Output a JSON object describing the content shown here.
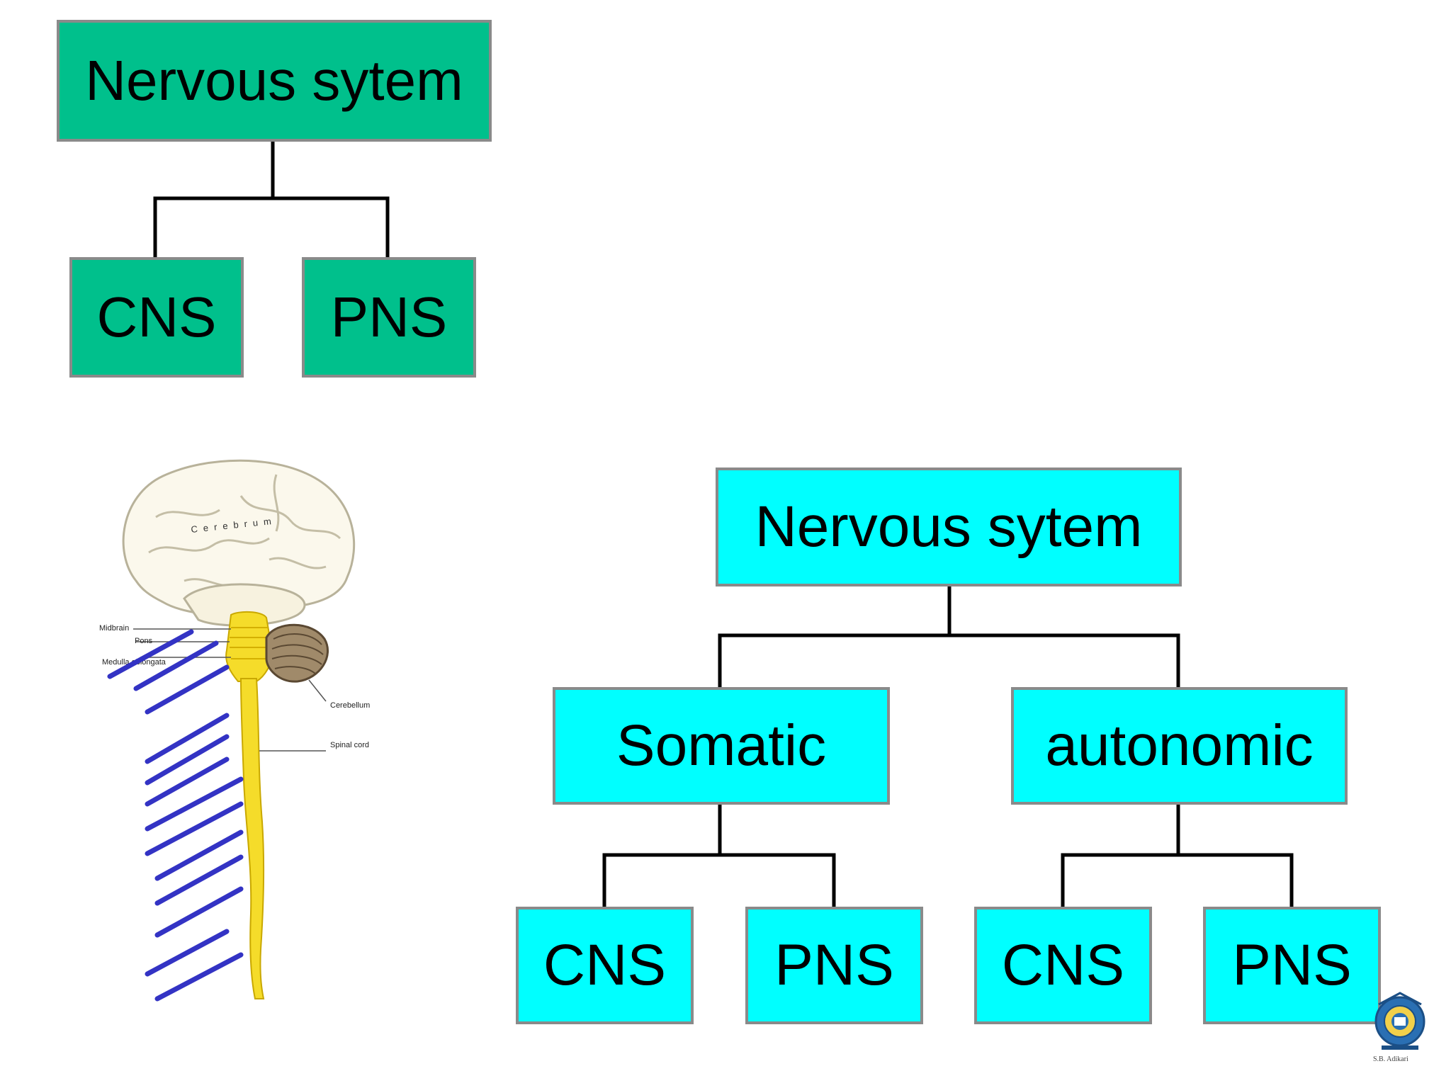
{
  "colors": {
    "tree1_fill": "#00c08c",
    "tree2_fill": "#00ffff",
    "box_border": "#8a8a8a",
    "connector": "#000000",
    "nerve_yellow": "#f5dc2a",
    "hatch_blue": "#3333c4"
  },
  "tree1": {
    "root": "Nervous sytem",
    "left": "CNS",
    "right": "PNS"
  },
  "tree2": {
    "root": "Nervous sytem",
    "somatic": {
      "label": "Somatic",
      "left": "CNS",
      "right": "PNS"
    },
    "autonomic": {
      "label": "autonomic",
      "left": "CNS",
      "right": "PNS"
    }
  },
  "illustration": {
    "cerebrum": "Cerebrum",
    "midbrain": "Midbrain",
    "pons": "Pons",
    "medulla": "Medulla oblongata",
    "cerebellum": "Cerebellum",
    "spinal_cord": "Spinal cord"
  },
  "logo": {
    "caption": "S.B. Adikari",
    "icon": "university-crest-icon"
  }
}
